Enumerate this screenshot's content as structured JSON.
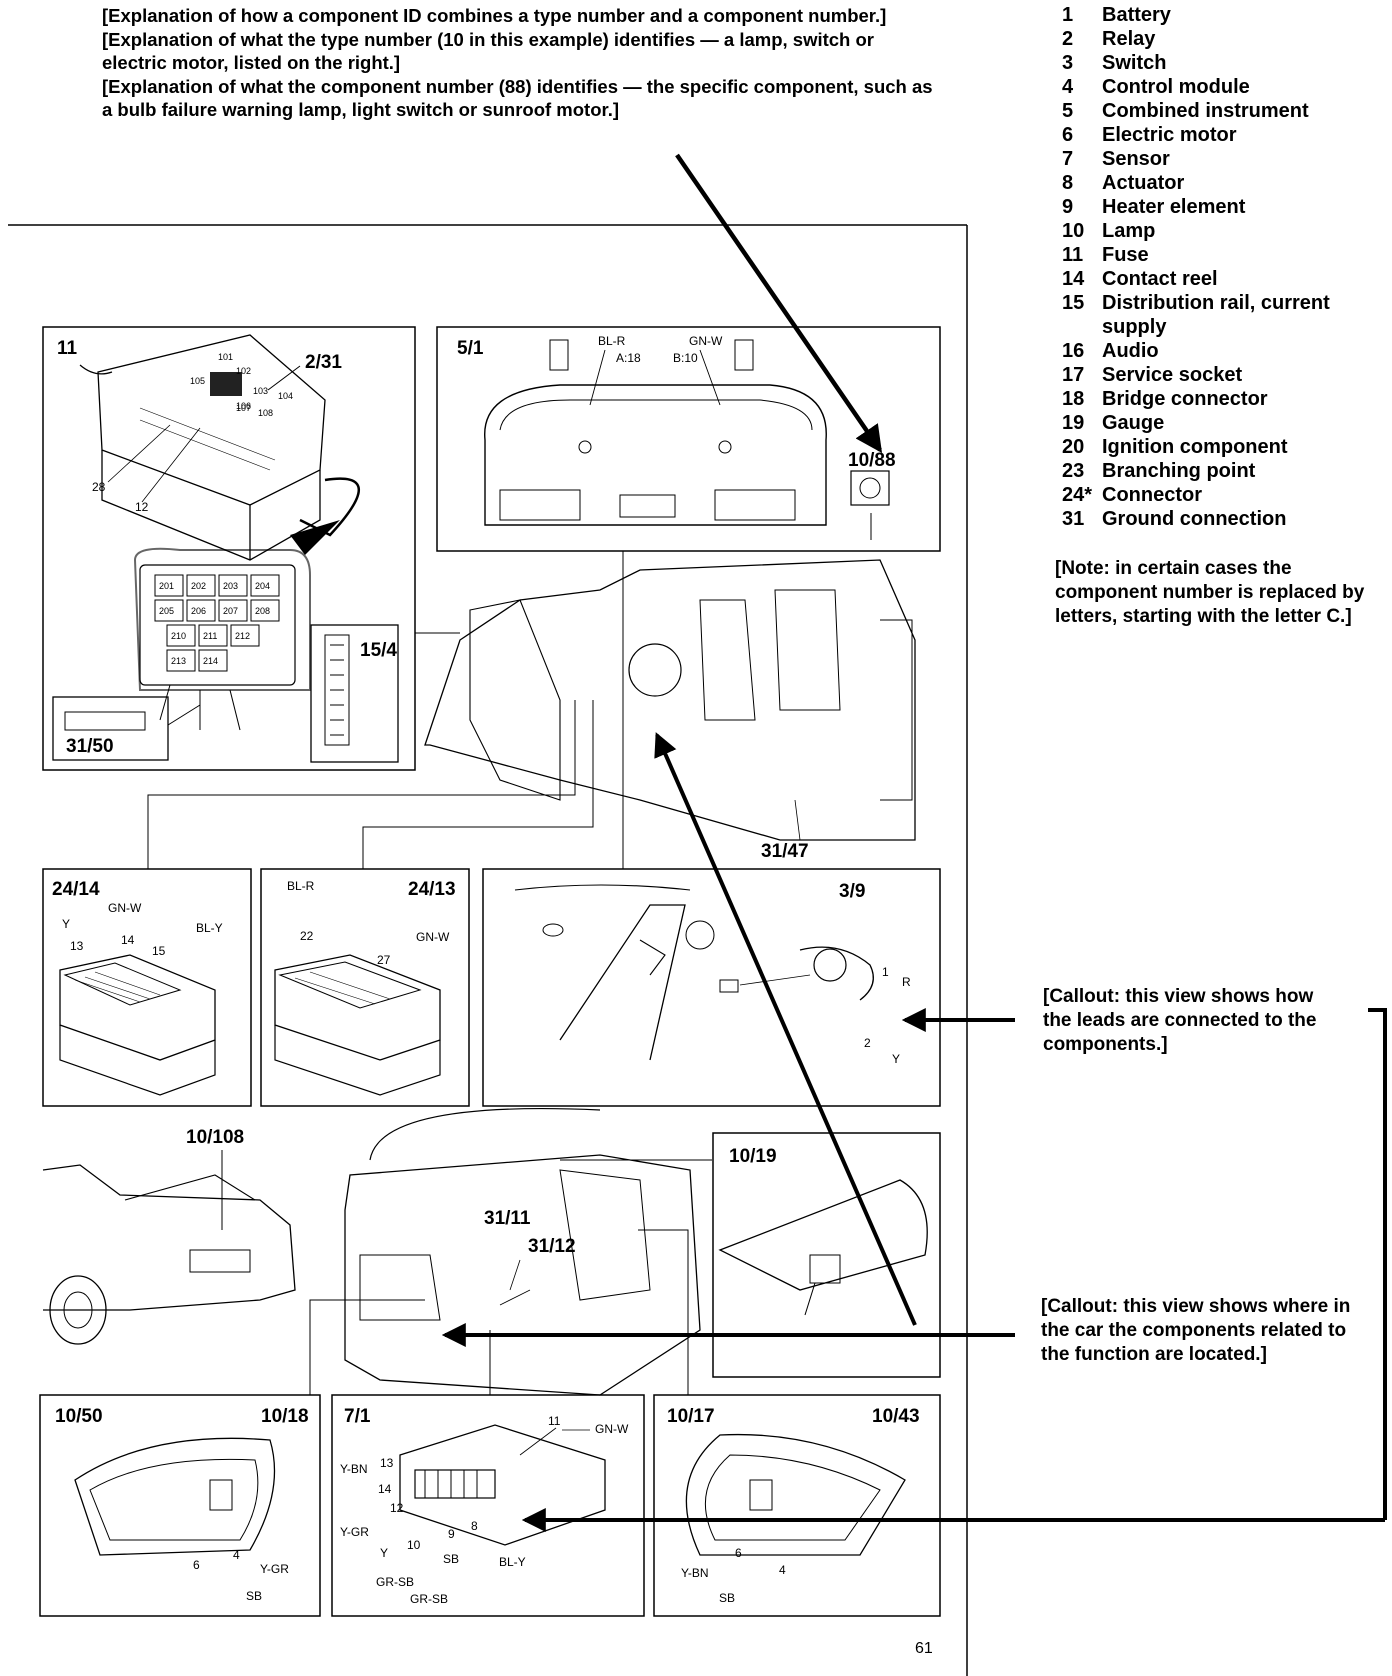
{
  "intro": {
    "para1": "[Explanation of how a component ID combines a type number and a component number.]",
    "para2": "[Explanation of what the type number (10 in this example) identifies — a lamp, switch or electric motor, listed on the right.]",
    "para3": "[Explanation of what the component number (88) identifies — the specific component, such as a bulb failure warning lamp, light switch or sunroof motor.]"
  },
  "legend": [
    {
      "num": "1",
      "label": "Battery"
    },
    {
      "num": "2",
      "label": "Relay"
    },
    {
      "num": "3",
      "label": "Switch"
    },
    {
      "num": "4",
      "label": "Control module"
    },
    {
      "num": "5",
      "label": "Combined instrument"
    },
    {
      "num": "6",
      "label": "Electric motor"
    },
    {
      "num": "7",
      "label": "Sensor"
    },
    {
      "num": "8",
      "label": "Actuator"
    },
    {
      "num": "9",
      "label": "Heater element"
    },
    {
      "num": "10",
      "label": "Lamp"
    },
    {
      "num": "11",
      "label": "Fuse"
    },
    {
      "num": "14",
      "label": "Contact reel"
    },
    {
      "num": "15",
      "label": "Distribution rail, current supply"
    },
    {
      "num": "16",
      "label": "Audio"
    },
    {
      "num": "17",
      "label": "Service socket"
    },
    {
      "num": "18",
      "label": "Bridge connector"
    },
    {
      "num": "19",
      "label": "Gauge"
    },
    {
      "num": "20",
      "label": "Ignition component"
    },
    {
      "num": "23",
      "label": "Branching point"
    },
    {
      "num": "24*",
      "label": "Connector"
    },
    {
      "num": "31",
      "label": "Ground connection"
    }
  ],
  "footnote": "[Note: in certain cases the component number is replaced by letters, starting with the letter C.]",
  "callouts": {
    "leads": "[Callout: this view shows how the leads are connected to the components.]",
    "location": "[Callout: this view shows where in the car the components related to the function are located.]"
  },
  "diagram_labels": {
    "fusebox_title": "11",
    "ground_2_31": "2/31",
    "fuses_top": [
      "101",
      "102",
      "103",
      "104",
      "105",
      "106",
      "107",
      "108"
    ],
    "fuses_relay_box": [
      "201",
      "202",
      "203",
      "204",
      "205",
      "206",
      "207",
      "208",
      "210",
      "211",
      "212",
      "213",
      "214"
    ],
    "pin_28": "28",
    "pin_12": "12",
    "rail_15_4": "15/4",
    "ground_31_50": "31/50",
    "instrument_title": "5/1",
    "inst_wire_blr": "BL-R",
    "inst_pin_a18": "A:18",
    "inst_wire_gnw": "GN-W",
    "inst_pin_b10": "B:10",
    "lamp_10_88": "10/88",
    "ground_31_47": "31/47",
    "conn_24_14": "24/14",
    "c2414_gnw": "GN-W",
    "c2414_y": "Y",
    "c2414_bly": "BL-Y",
    "c2414_13": "13",
    "c2414_14": "14",
    "c2414_15": "15",
    "conn_24_13": "24/13",
    "c2413_blr": "BL-R",
    "c2413_gnw": "GN-W",
    "c2413_22": "22",
    "c2413_27": "27",
    "switch_3_9": "3/9",
    "sw_1": "1",
    "sw_r": "R",
    "sw_2": "2",
    "sw_y": "Y",
    "lamp_10_108": "10/108",
    "ground_31_11": "31/11",
    "ground_31_12": "31/12",
    "lamp_10_19": "10/19",
    "lamp_10_50": "10/50",
    "lamp_10_18": "10/18",
    "l1050_4": "4",
    "l1050_ygr": "Y-GR",
    "l1050_6": "6",
    "l1050_sb": "SB",
    "sensor_7_1": "7/1",
    "s71_11": "11",
    "s71_gnw": "GN-W",
    "s71_ybn": "Y-BN",
    "s71_13": "13",
    "s71_14": "14",
    "s71_12": "12",
    "s71_ygr": "Y-GR",
    "s71_y": "Y",
    "s71_10": "10",
    "s71_9": "9",
    "s71_8": "8",
    "s71_sb": "SB",
    "s71_bly": "BL-Y",
    "s71_grsb1": "GR-SB",
    "s71_grsb2": "GR-SB",
    "lamp_10_17": "10/17",
    "lamp_10_43": "10/43",
    "l1017_ybn": "Y-BN",
    "l1017_6": "6",
    "l1017_4": "4",
    "l1017_sb": "SB"
  },
  "page_number": "61"
}
